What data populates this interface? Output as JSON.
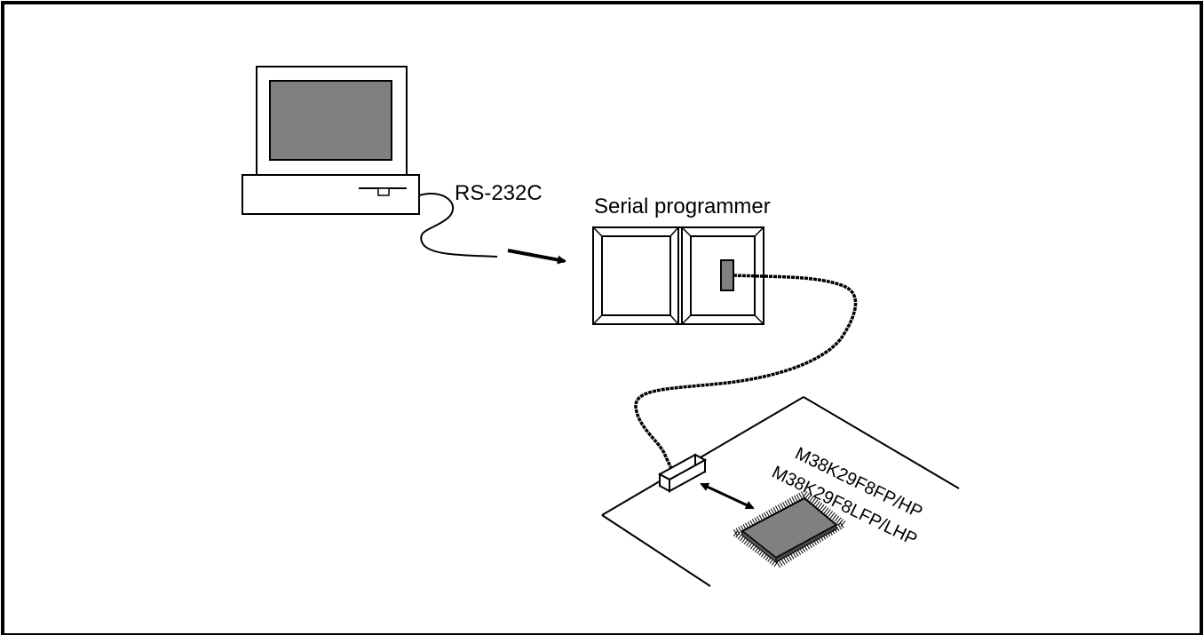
{
  "labels": {
    "rs232c": "RS-232C",
    "serial_programmer": "Serial programmer",
    "part_number_1": "M38K29F8FP/HP",
    "part_number_2": "M38K29F8LFP/LHP"
  },
  "colors": {
    "stroke": "#000000",
    "fill_gray": "#808080",
    "background": "#ffffff"
  },
  "icons": [
    "computer-icon",
    "serial-programmer-icon",
    "target-board",
    "connector-icon",
    "microcontroller-chip-icon"
  ]
}
